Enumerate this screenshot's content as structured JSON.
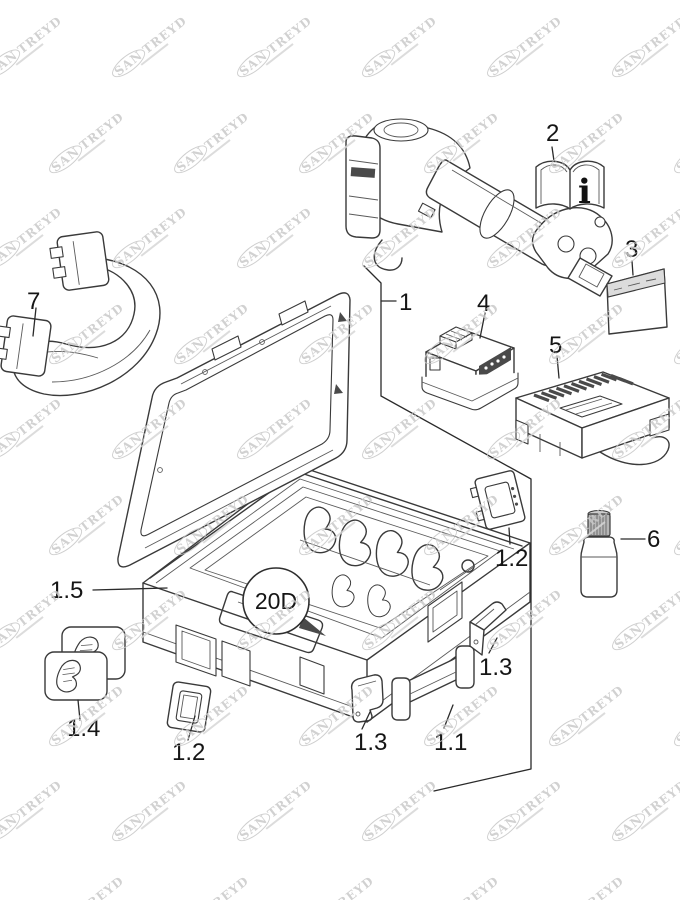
{
  "watermark": {
    "prefix": "SAN",
    "suffix": "TREYD",
    "color": "#c9c9c9"
  },
  "badge": {
    "label": "20D"
  },
  "manual": {
    "icon_letter": "i"
  },
  "callouts": {
    "case_group": "1",
    "handle": "1.1",
    "latch_front": "1.2",
    "latch_side": "1.2",
    "hinge_front": "1.3",
    "hinge_side": "1.3",
    "spare_inserts": "1.4",
    "case_seal": "1.5",
    "manual": "2",
    "label_sheet": "3",
    "battery": "4",
    "charger": "5",
    "oil_bottle": "6",
    "shoulder_strap": "7"
  }
}
